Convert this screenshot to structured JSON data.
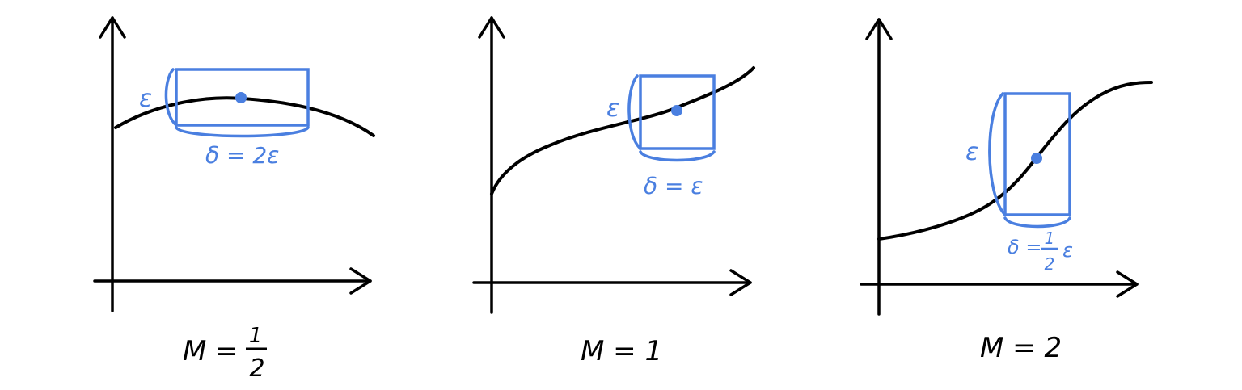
{
  "colors": {
    "ink": "#000000",
    "accent": "#4a7fe0"
  },
  "panels": [
    {
      "epsilon_label": "ε",
      "delta_label": "δ = 2ε",
      "caption_prefix": "M =",
      "caption_fraction": {
        "numerator": "1",
        "denominator": "2"
      }
    },
    {
      "epsilon_label": "ε",
      "delta_label": "δ = ε",
      "caption_prefix": "M = 1"
    },
    {
      "epsilon_label": "ε",
      "delta_label_prefix": "δ =",
      "delta_fraction": {
        "numerator": "1",
        "denominator": "2"
      },
      "delta_label_suffix": "ε",
      "caption_prefix": "M = 2"
    }
  ]
}
